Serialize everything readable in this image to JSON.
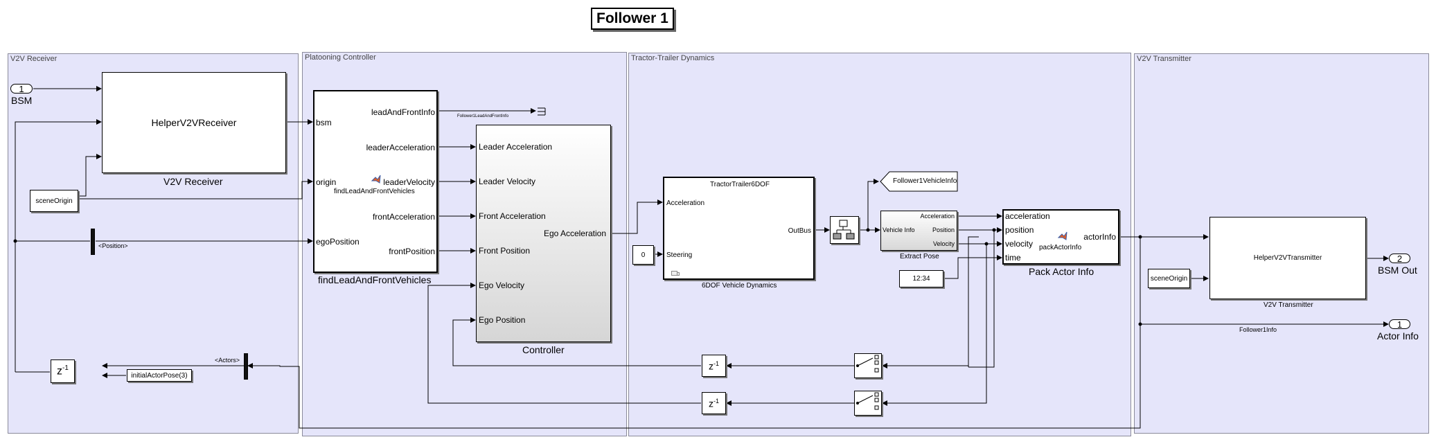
{
  "title": "Follower 1",
  "areas": {
    "v2v_receiver": "V2V Receiver",
    "platooning": "Platooning Controller",
    "dynamics": "Tractor-Trailer Dynamics",
    "v2v_transmitter": "V2V Transmitter"
  },
  "inports": {
    "bsm_num": "1",
    "bsm_label": "BSM"
  },
  "outports": {
    "bsm_out_num": "2",
    "bsm_out_label": "BSM Out",
    "actor_info_num": "1",
    "actor_info_label": "Actor Info"
  },
  "receiver": {
    "block": "HelperV2VReceiver",
    "caption": "V2V Receiver",
    "scene_origin": "sceneOrigin"
  },
  "find_lead": {
    "inputs": [
      "bsm",
      "origin",
      "egoPosition"
    ],
    "outputs": [
      "leadAndFrontInfo",
      "leaderAcceleration",
      "leaderVelocity",
      "frontAcceleration",
      "frontPosition"
    ],
    "inner_name": "findLeadAndFrontVehicles",
    "caption": "findLeadAndFrontVehicles"
  },
  "position_selector": "<Position>",
  "scope_label": "Follower1LeadAndFrontInfo",
  "controller": {
    "inputs": [
      "Leader Acceleration",
      "Leader Velocity",
      "Front Acceleration",
      "Front Position",
      "Ego Velocity",
      "Ego Position"
    ],
    "output": "Ego Acceleration",
    "caption": "Controller"
  },
  "vehicle": {
    "name": "TractorTrailer6DOF",
    "inputs": [
      "Acceleration",
      "Steering"
    ],
    "output": "OutBus",
    "caption": "6DOF Vehicle Dynamics",
    "steering_const": "0"
  },
  "goto_tag": "Follower1VehicleInfo",
  "extract_pose": {
    "input": "Vehicle Info",
    "outputs": [
      "Acceleration",
      "Position",
      "Velocity"
    ],
    "caption": "Extract Pose"
  },
  "clock_value": "12:34",
  "pack": {
    "inputs": [
      "acceleration",
      "position",
      "velocity",
      "time"
    ],
    "output": "actorInfo",
    "inner_name": "packActorInfo",
    "caption": "Pack Actor Info"
  },
  "transmitter": {
    "block": "HelperV2VTransmitter",
    "caption": "V2V Transmitter",
    "scene_origin": "sceneOrigin",
    "signal_label": "Follower1Info"
  },
  "delays": {
    "z_label": "z",
    "z_exp": "-1"
  },
  "actors_selector": "<Actors>",
  "initial_pose": "initialActorPose(3)"
}
